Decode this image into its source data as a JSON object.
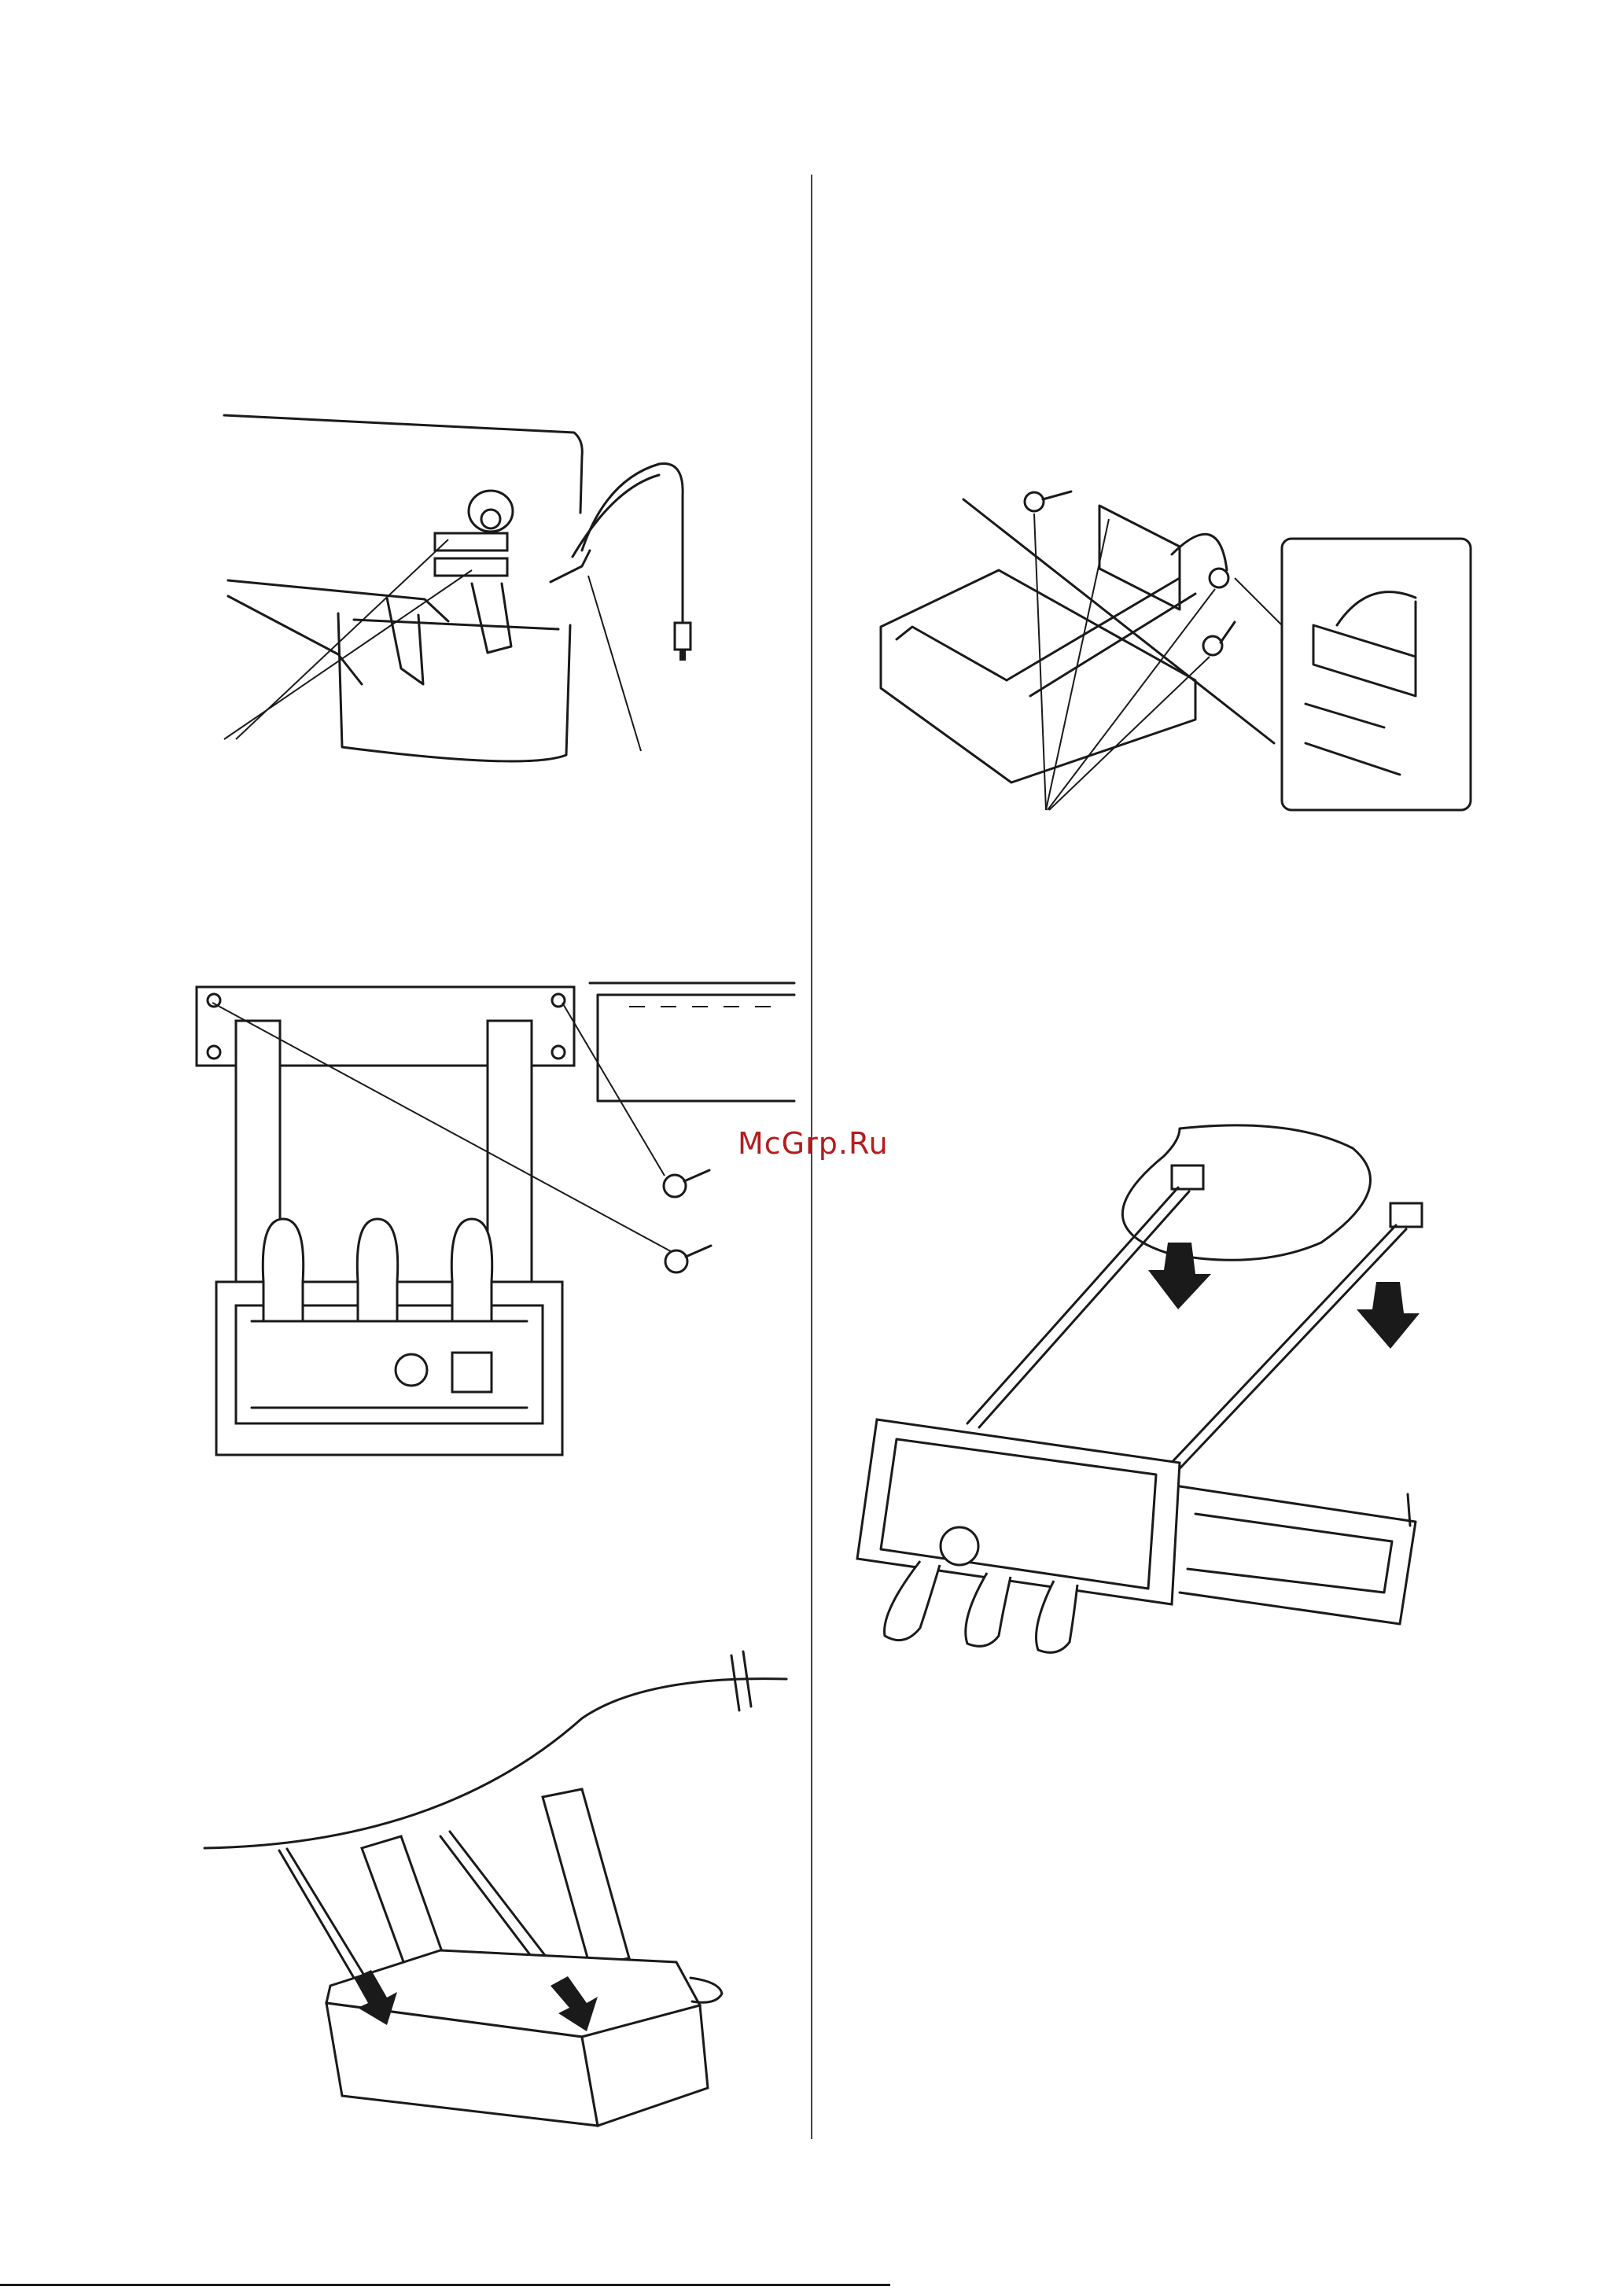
{
  "watermark": {
    "text": "McGrp.Ru",
    "color": "#b31d1d"
  },
  "figures": [
    {
      "id": "cable-clamps",
      "icon": "cable-holder-illustration"
    },
    {
      "id": "side-panel-screws",
      "icon": "side-panel-screw-illustration"
    },
    {
      "id": "pedal-box-screws",
      "icon": "pedal-box-rear-illustration"
    },
    {
      "id": "pedal-box-hooks",
      "icon": "pedal-box-hook-illustration"
    },
    {
      "id": "legs-insertion",
      "icon": "legs-into-base-illustration"
    }
  ],
  "colors": {
    "line": "#1a1a1a",
    "background": "#ffffff"
  }
}
